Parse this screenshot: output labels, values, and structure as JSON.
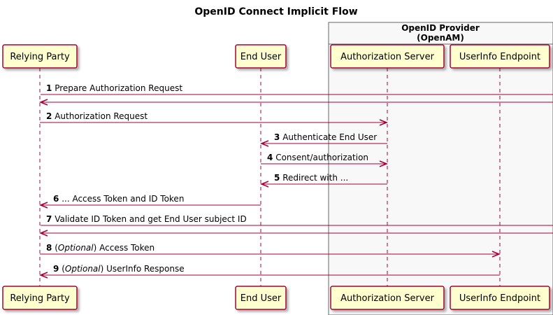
{
  "title": "OpenID Connect Implicit Flow",
  "group": {
    "label_line1": "OpenID Provider",
    "label_line2": "(OpenAM)"
  },
  "participants": [
    {
      "id": "rp",
      "label": "Relying Party"
    },
    {
      "id": "eu",
      "label": "End User"
    },
    {
      "id": "as",
      "label": "Authorization Server"
    },
    {
      "id": "ui",
      "label": "UserInfo Endpoint"
    }
  ],
  "messages": [
    {
      "num": "1",
      "from": "rp",
      "to": "rp",
      "text": "Prepare Authorization Request"
    },
    {
      "num": "2",
      "from": "rp",
      "to": "as",
      "text": "Authorization Request"
    },
    {
      "num": "3",
      "from": "as",
      "to": "eu",
      "text": "Authenticate End User"
    },
    {
      "num": "4",
      "from": "eu",
      "to": "as",
      "text": "Consent/authorization"
    },
    {
      "num": "5",
      "from": "as",
      "to": "eu",
      "text": "Redirect with ..."
    },
    {
      "num": "6",
      "from": "eu",
      "to": "rp",
      "text": "... Access Token and ID Token"
    },
    {
      "num": "7",
      "from": "rp",
      "to": "rp",
      "text": "Validate ID Token and get End User subject ID"
    },
    {
      "num": "8",
      "from": "rp",
      "to": "ui",
      "italic": "Optional",
      "text": "Access Token"
    },
    {
      "num": "9",
      "from": "ui",
      "to": "rp",
      "italic": "Optional",
      "text": "UserInfo Response"
    }
  ],
  "colors": {
    "arrow": "#A80036",
    "actor_fill": "#FEFECE",
    "actor_stroke": "#A80036",
    "group_fill": "#F8F8F8",
    "group_stroke": "#666666"
  }
}
